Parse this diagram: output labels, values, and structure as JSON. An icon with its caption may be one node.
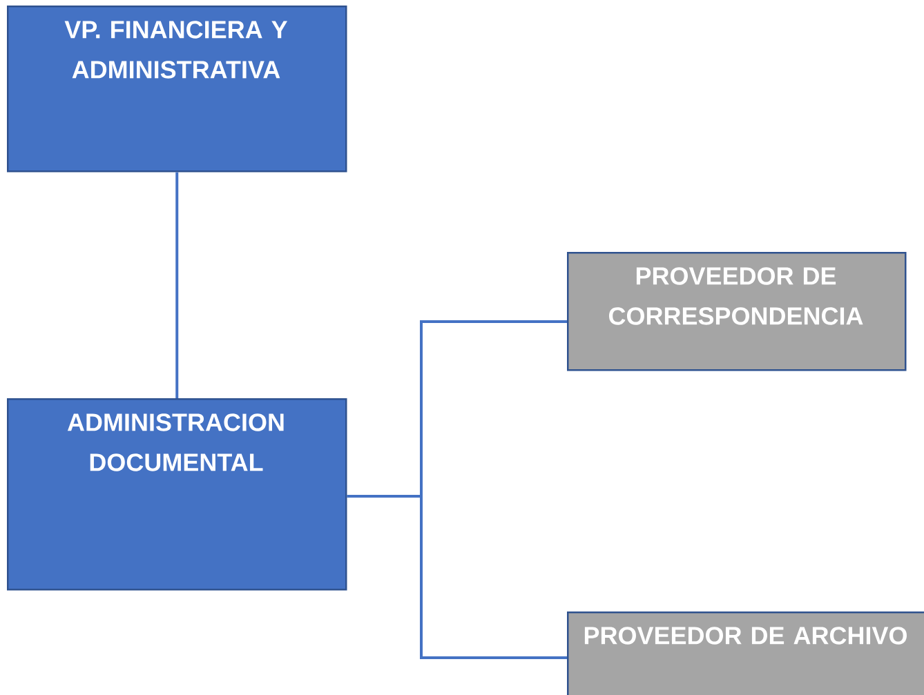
{
  "diagram": {
    "nodes": [
      {
        "text": [
          "VP. FINANCIERA Y ADMINISTRATIVA"
        ]
      },
      {
        "text": [
          "ADMINISTRACION DOCUMENTAL"
        ]
      },
      {
        "text": [
          "PROVEEDOR DE CORRESPONDENCIA"
        ]
      },
      {
        "text": [
          "PROVEEDOR DE ARCHIVO"
        ]
      }
    ],
    "edges": [
      {
        "from": 0,
        "to": 1,
        "arrow": "none"
      },
      {
        "from": 1,
        "to": 2,
        "arrow": "none"
      },
      {
        "from": 1,
        "to": 3,
        "arrow": "none"
      }
    ]
  }
}
